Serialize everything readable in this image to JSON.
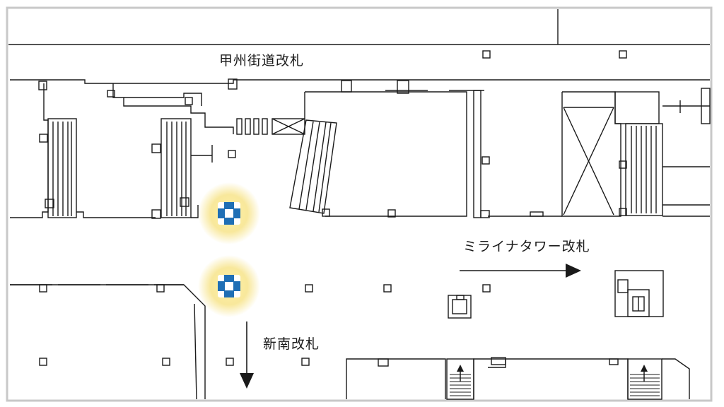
{
  "labels": {
    "koshu_gate": "甲州街道改札",
    "mirai_gate": "ミライナタワー改札",
    "shinminami_gate": "新南改札"
  },
  "colors": {
    "line": "#1a1a1a",
    "frame": "#c8c8c8",
    "marker_blue": "#1f6fb5",
    "marker_glow": "#f3d86a"
  },
  "markers": [
    {
      "name": "location-marker-upper",
      "icon": "cross-marker-icon"
    },
    {
      "name": "location-marker-lower",
      "icon": "cross-marker-icon"
    }
  ]
}
